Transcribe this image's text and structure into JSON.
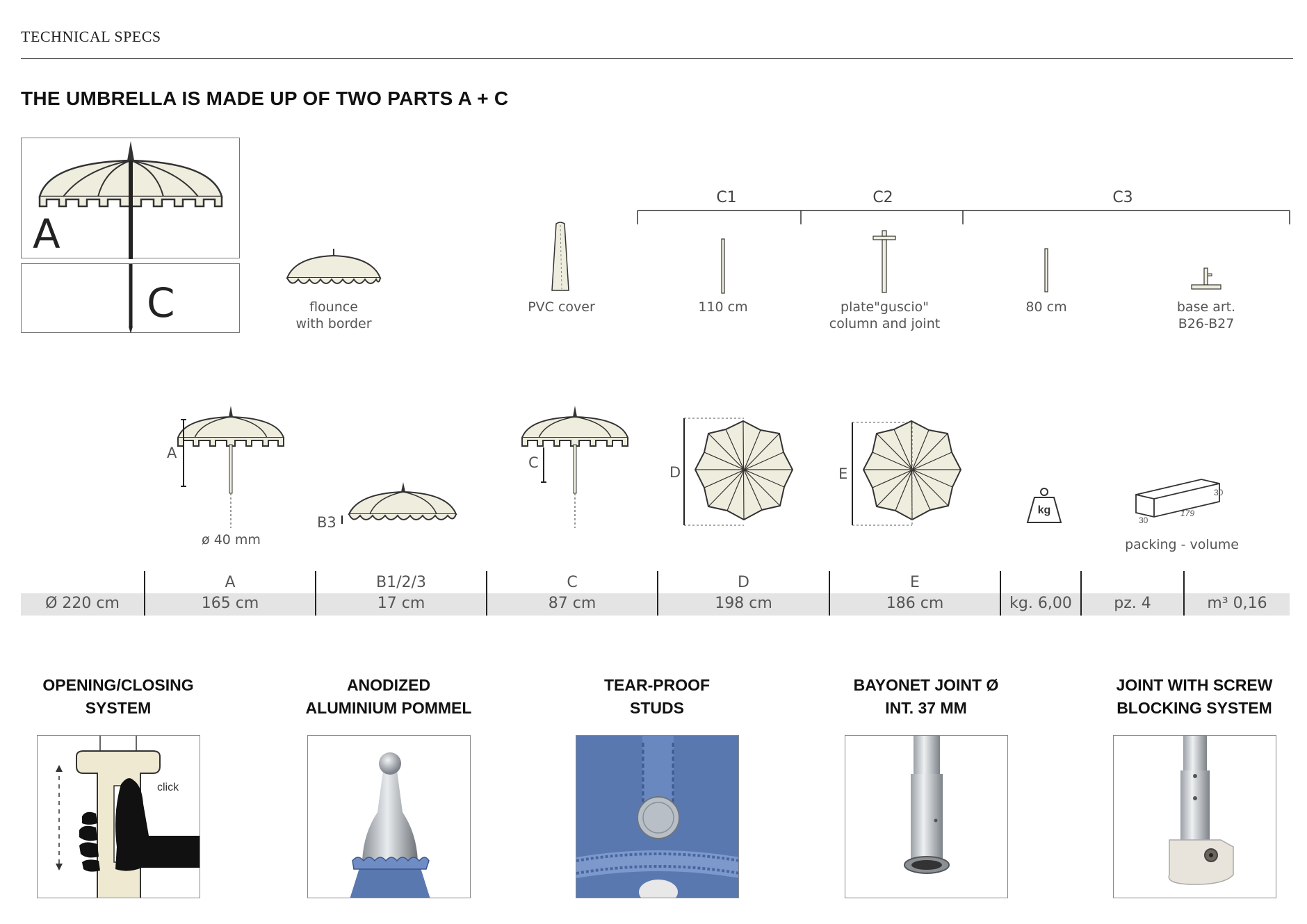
{
  "header": {
    "section_title": "TECHNICAL SPECS"
  },
  "main": {
    "title": "THE UMBRELLA IS MADE UP OF TWO PARTS A + C"
  },
  "parts": {
    "part_a_label": "A",
    "part_c_label": "C"
  },
  "components": {
    "flounce_caption": "flounce\nwith border",
    "pvc_caption": "PVC cover",
    "c1_label": "C1",
    "c2_label": "C2",
    "c3_label": "C3",
    "c1_caption": "110 cm",
    "c2_caption": "plate\"guscio\"\ncolumn and joint",
    "c3a_caption": "80 cm",
    "c3b_caption": "base art.\nB26-B27"
  },
  "dimensions": {
    "a_letter": "A",
    "b3_letter": "B3",
    "c_letter": "C",
    "d_letter": "D",
    "e_letter": "E",
    "pole_diameter": "ø 40 mm",
    "kg_icon_text": "kg",
    "box_dim_height": "30",
    "box_dim_length": "179",
    "box_dim_width": "30",
    "packing_label": "packing - volume"
  },
  "spec_table": {
    "cells": [
      {
        "header": "",
        "value": "Ø 220 cm"
      },
      {
        "header": "A",
        "value": "165 cm"
      },
      {
        "header": "B1/2/3",
        "value": "17 cm"
      },
      {
        "header": "C",
        "value": "87 cm"
      },
      {
        "header": "D",
        "value": "198 cm"
      },
      {
        "header": "E",
        "value": "186 cm"
      },
      {
        "header": "",
        "value": "kg. 6,00"
      },
      {
        "header": "",
        "value": "pz. 4"
      },
      {
        "header": "",
        "value": "m³ 0,16"
      }
    ]
  },
  "features": [
    {
      "title": "OPENING/CLOSING\nSYSTEM",
      "image_text": "click"
    },
    {
      "title": "ANODIZED\nALUMINIUM POMMEL"
    },
    {
      "title": "TEAR-PROOF\nSTUDS"
    },
    {
      "title": "BAYONET JOINT Ø\nINT. 37 MM"
    },
    {
      "title": "JOINT WITH SCREW\nBLOCKING SYSTEM"
    }
  ],
  "colors": {
    "canopy_fill": "#efedde",
    "table_band": "#e4e4e4",
    "fabric_blue": "#5a78b0"
  }
}
